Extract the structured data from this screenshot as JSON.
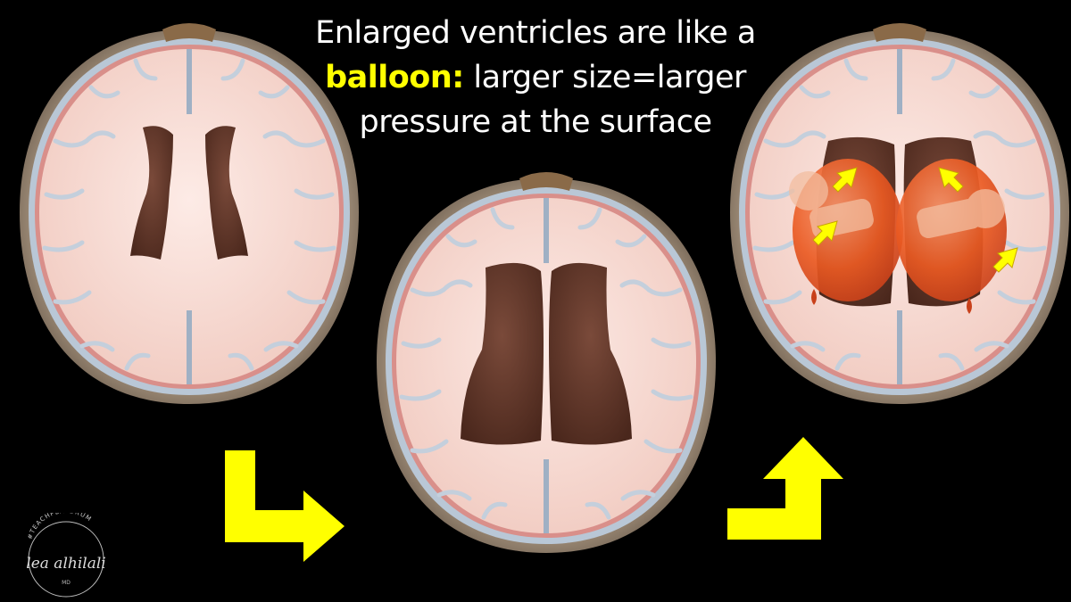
{
  "caption": {
    "line1": "Enlarged ventricles are like a",
    "highlight": "balloon:",
    "line2_rest": " larger size=larger",
    "line3": "pressure at the surface"
  },
  "logo": {
    "arc_text": "#TEACHPLAYDRUM",
    "name": "lea alhilali",
    "suffix": "MD"
  },
  "colors": {
    "background": "#000000",
    "arrow": "#ffff00",
    "highlight": "#ffff00",
    "skull": "#8b7a67",
    "brain": "#f5d5cd",
    "ventricle": "#5a3226",
    "balloon": "#e8541e"
  },
  "panels": [
    {
      "id": "normal",
      "ventricle_state": "normal"
    },
    {
      "id": "enlarged",
      "ventricle_state": "enlarged"
    },
    {
      "id": "balloon",
      "ventricle_state": "enlarged with balloons"
    }
  ],
  "flow_arrows": [
    {
      "from": "normal",
      "to": "enlarged"
    },
    {
      "from": "enlarged",
      "to": "balloon"
    }
  ]
}
